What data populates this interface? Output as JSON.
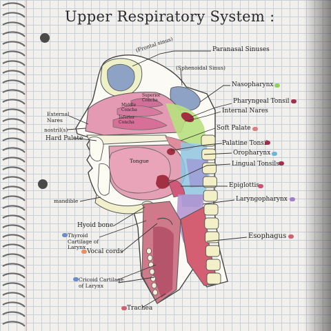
{
  "title": "Upper Respiratory System :",
  "labels": {
    "frontal_sinus": "(Frontal sinus)",
    "paranasal_sinuses": "Paranasal Sinuses",
    "sphenoidal_sinus": "(Sphenoidal Sinus)",
    "superior_concha": "Superior Concha",
    "middle_concha": "Middle Concha",
    "inferior_concha": "Inferior Concha",
    "external_nares": "External Nares",
    "nostrils": "nostril(s)",
    "hard_palate": "Hard Palate",
    "tongue": "Tongue",
    "mandible": "mandible",
    "hyoid_bone": "Hyoid bone",
    "thyroid_cartilage": "Thyroid Cartilage of Larynx",
    "vocal_cords": "Vocal cords",
    "cricoid_cartilage": "Cricoid Cartilage of Larynx",
    "trachea": "Trachea",
    "nasopharynx": "Nasopharynx",
    "pharyngeal_tonsil": "Pharyngeal Tonsil",
    "internal_nares": "Internal Nares",
    "soft_palate": "Soft Palate",
    "palatine_tonsil": "Palatine Tonsil",
    "oropharynx": "Oropharynx",
    "lingual_tonsils": "Lingual Tonsils",
    "epiglottis": "Epiglottis",
    "laryngopharynx": "Laryngopharynx",
    "esophagus": "Esophagus"
  },
  "colors": {
    "nasopharynx": "#8fd068",
    "pharyngeal_tonsil": "#a0304a",
    "soft_palate": "#d98080",
    "palatine_tonsil": "#a0304a",
    "oropharynx": "#6cb6d8",
    "lingual_tonsils": "#a0304a",
    "epiglottis": "#d05070",
    "laryngopharynx": "#a080c8",
    "esophagus": "#d06070",
    "thyroid_cartilage": "#6c8ec8",
    "vocal_cords": "#e89060",
    "cricoid_cartilage": "#6c8ec8",
    "trachea": "#d06070"
  }
}
